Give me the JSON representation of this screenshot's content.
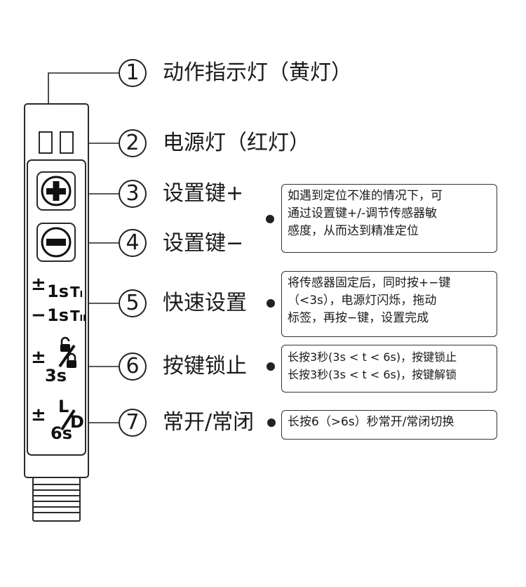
{
  "callouts": [
    {
      "number": "1",
      "label": "动作指示灯（黄灯）"
    },
    {
      "number": "2",
      "label": "电源灯（红灯）"
    },
    {
      "number": "3",
      "label": "设置键+"
    },
    {
      "number": "4",
      "label": "设置键−"
    },
    {
      "number": "5",
      "label": "快速设置"
    },
    {
      "number": "6",
      "label": "按键锁止"
    },
    {
      "number": "7",
      "label": "常开/常闭"
    }
  ],
  "notes": {
    "adjust": [
      "如遇到定位不准的情况下，可",
      "通过设置键+/-调节传感器敏",
      "感度，从而达到精准定位"
    ],
    "quick_setup": [
      "将传感器固定后，同时按+−键",
      "（<3s），电源灯闪烁，拖动",
      "标签，再按−键，设置完成"
    ],
    "lock": [
      "长按3秒(3s < t < 6s)，按键锁止",
      "长按3秒(3s < t < 6s)，按键解锁"
    ],
    "no_nc": [
      "长按6（>6s）秒常开/常闭切换"
    ]
  },
  "sensor_markings": {
    "quick1": "1s",
    "quick2": "1s",
    "lock_time": "3s",
    "switch_time": "6s",
    "L": "L",
    "D": "D"
  },
  "colors": {
    "line": "#222222",
    "body": "#ffffff",
    "stroke": "#2a2a2a"
  }
}
